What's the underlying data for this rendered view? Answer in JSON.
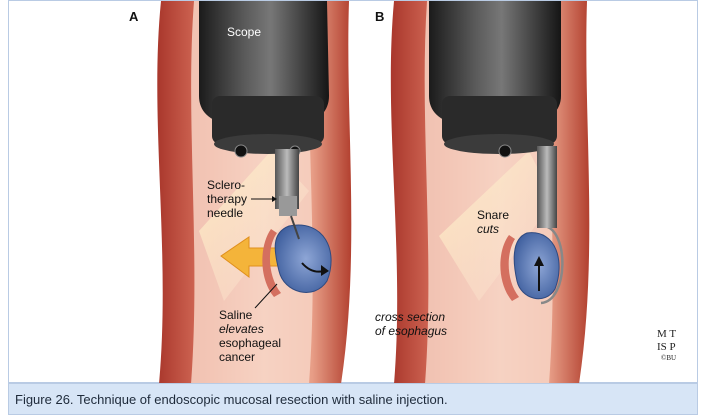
{
  "panels": [
    {
      "letter": "A",
      "scope_label": "Scope",
      "needle_label": [
        "Sclero-",
        "therapy",
        "needle"
      ],
      "saline_label": [
        "Saline",
        "elevates",
        "esophageal",
        "cancer"
      ]
    },
    {
      "letter": "B",
      "snare_label": [
        "Snare",
        "cuts"
      ],
      "cross_section_label": [
        "cross section",
        "of esophagus"
      ]
    }
  ],
  "watermark": {
    "line1": "M T",
    "line2": "IS P",
    "line3": "©BU"
  },
  "caption": "Figure 26. Technique of endoscopic mucosal resection with saline injection.",
  "colors": {
    "tissue": "#c8503e",
    "tissue_light": "#f2c1b0",
    "lumen": "#fbe3d6",
    "scope": "#2c2c2c",
    "lesion": "#6a86bd",
    "arrow": "#f4b43a",
    "caption_bg": "#d7e5f6"
  }
}
